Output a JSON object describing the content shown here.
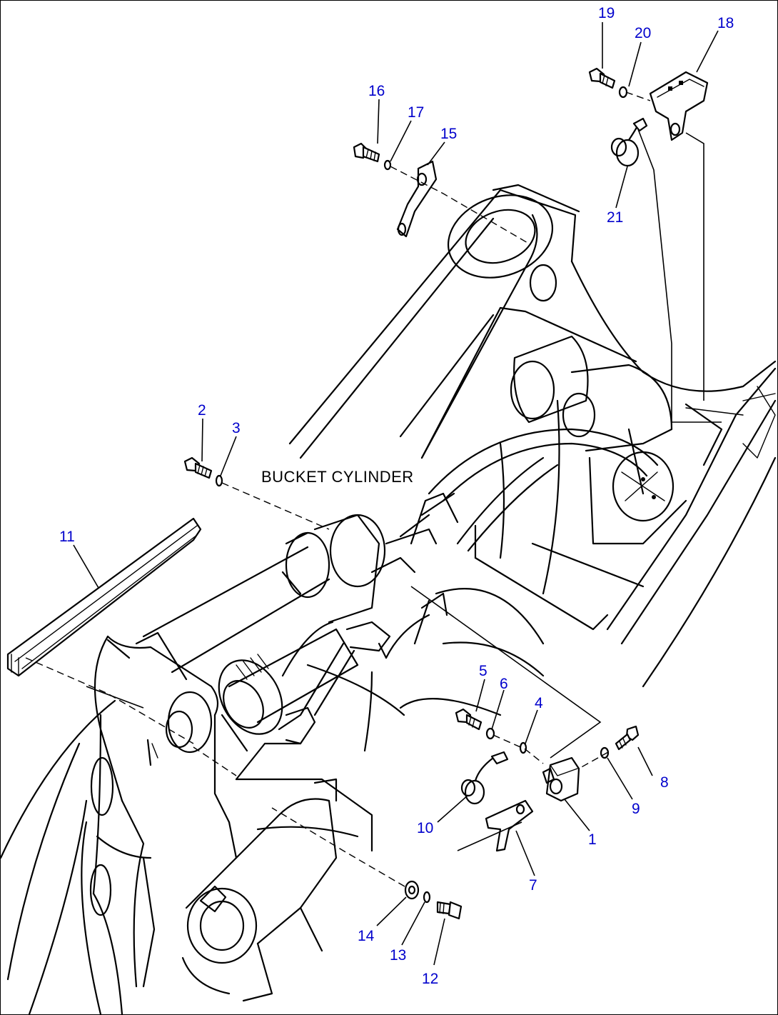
{
  "caption": "BUCKET CYLINDER",
  "callouts": {
    "c1": "1",
    "c2": "2",
    "c3": "3",
    "c4": "4",
    "c5": "5",
    "c6": "6",
    "c7": "7",
    "c8": "8",
    "c9": "9",
    "c10": "10",
    "c11": "11",
    "c12": "12",
    "c13": "13",
    "c14": "14",
    "c15": "15",
    "c16": "16",
    "c17": "17",
    "c18": "18",
    "c19": "19",
    "c20": "20",
    "c21": "21"
  },
  "colors": {
    "callout": "#0000cc",
    "line": "#000000",
    "background": "#ffffff"
  }
}
